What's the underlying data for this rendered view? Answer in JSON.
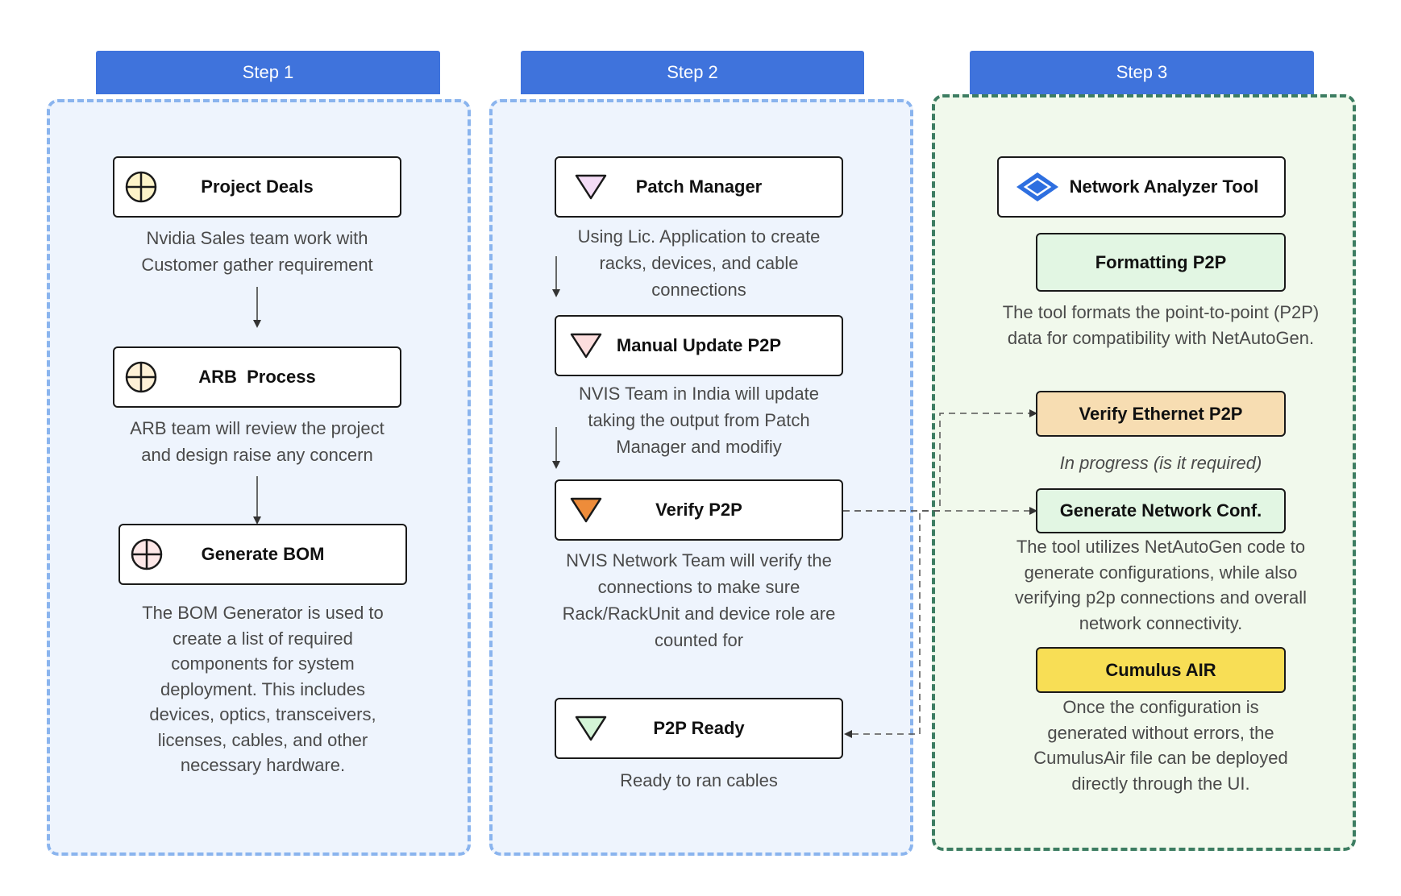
{
  "steps": [
    {
      "title": "Step 1",
      "nodes": [
        {
          "label": "Project Deals",
          "description": "Nvidia Sales team work with Customer gather requirement",
          "icon": "crosshair-circle-icon"
        },
        {
          "label": "ARB  Process",
          "description": "ARB team will review the project and design raise any concern",
          "icon": "crosshair-circle-icon"
        },
        {
          "label": "Generate BOM",
          "description": "The BOM Generator is used to create a list of required components for system deployment. This includes devices, optics, transceivers, licenses, cables, and other necessary hardware.",
          "icon": "crosshair-circle-icon"
        }
      ]
    },
    {
      "title": "Step 2",
      "nodes": [
        {
          "label": "Patch Manager",
          "description": "Using Lic. Application to create racks, devices, and cable connections",
          "icon": "triangle-down-icon"
        },
        {
          "label": "Manual Update P2P",
          "description": "NVIS Team in India will update taking the output from Patch Manager and modifiy",
          "icon": "triangle-down-icon"
        },
        {
          "label": "Verify P2P",
          "description": "NVIS Network Team will verify the connections to make sure Rack/RackUnit and device role are counted for",
          "icon": "triangle-down-icon"
        },
        {
          "label": "P2P Ready",
          "description": "Ready to ran cables",
          "icon": "triangle-down-icon"
        }
      ]
    },
    {
      "title": "Step 3",
      "nodes": [
        {
          "label": "Network Analyzer Tool",
          "icon": "diamond-icon"
        },
        {
          "label": "Formatting P2P",
          "description": "The tool formats the point-to-point (P2P) data for compatibility with NetAutoGen."
        },
        {
          "label": "Verify Ethernet P2P",
          "description": "In progress (is it required)"
        },
        {
          "label": "Generate Network Conf.",
          "description": "The tool utilizes NetAutoGen code to generate configurations, while also verifying p2p connections and overall network connectivity."
        },
        {
          "label": "Cumulus AIR",
          "description": "Once the configuration is generated without errors, the CumulusAir file can be deployed directly through the UI."
        }
      ]
    }
  ],
  "colors": {
    "header_blue": "#3f73dc",
    "panel_blue_border": "#8ab4ee",
    "panel_blue_fill": "#eef4fd",
    "panel_green_border": "#3d7d62",
    "panel_green_fill": "#f1f9ec",
    "icon_project_deals": "#fdf3c8",
    "icon_arb": "#fdf0d6",
    "icon_bom": "#fde8e8",
    "icon_patch_manager": "#f4dcf6",
    "icon_manual_update": "#fcdede",
    "icon_verify_p2p": "#ee8c3a",
    "icon_p2p_ready": "#d3f4d6",
    "icon_network_analyzer": "#2e6fe0",
    "node_formatting_p2p": "#e2f6e3",
    "node_verify_ethernet": "#f7ddb2",
    "node_generate_conf": "#e2f6e3",
    "node_cumulus_air": "#f8de55"
  }
}
